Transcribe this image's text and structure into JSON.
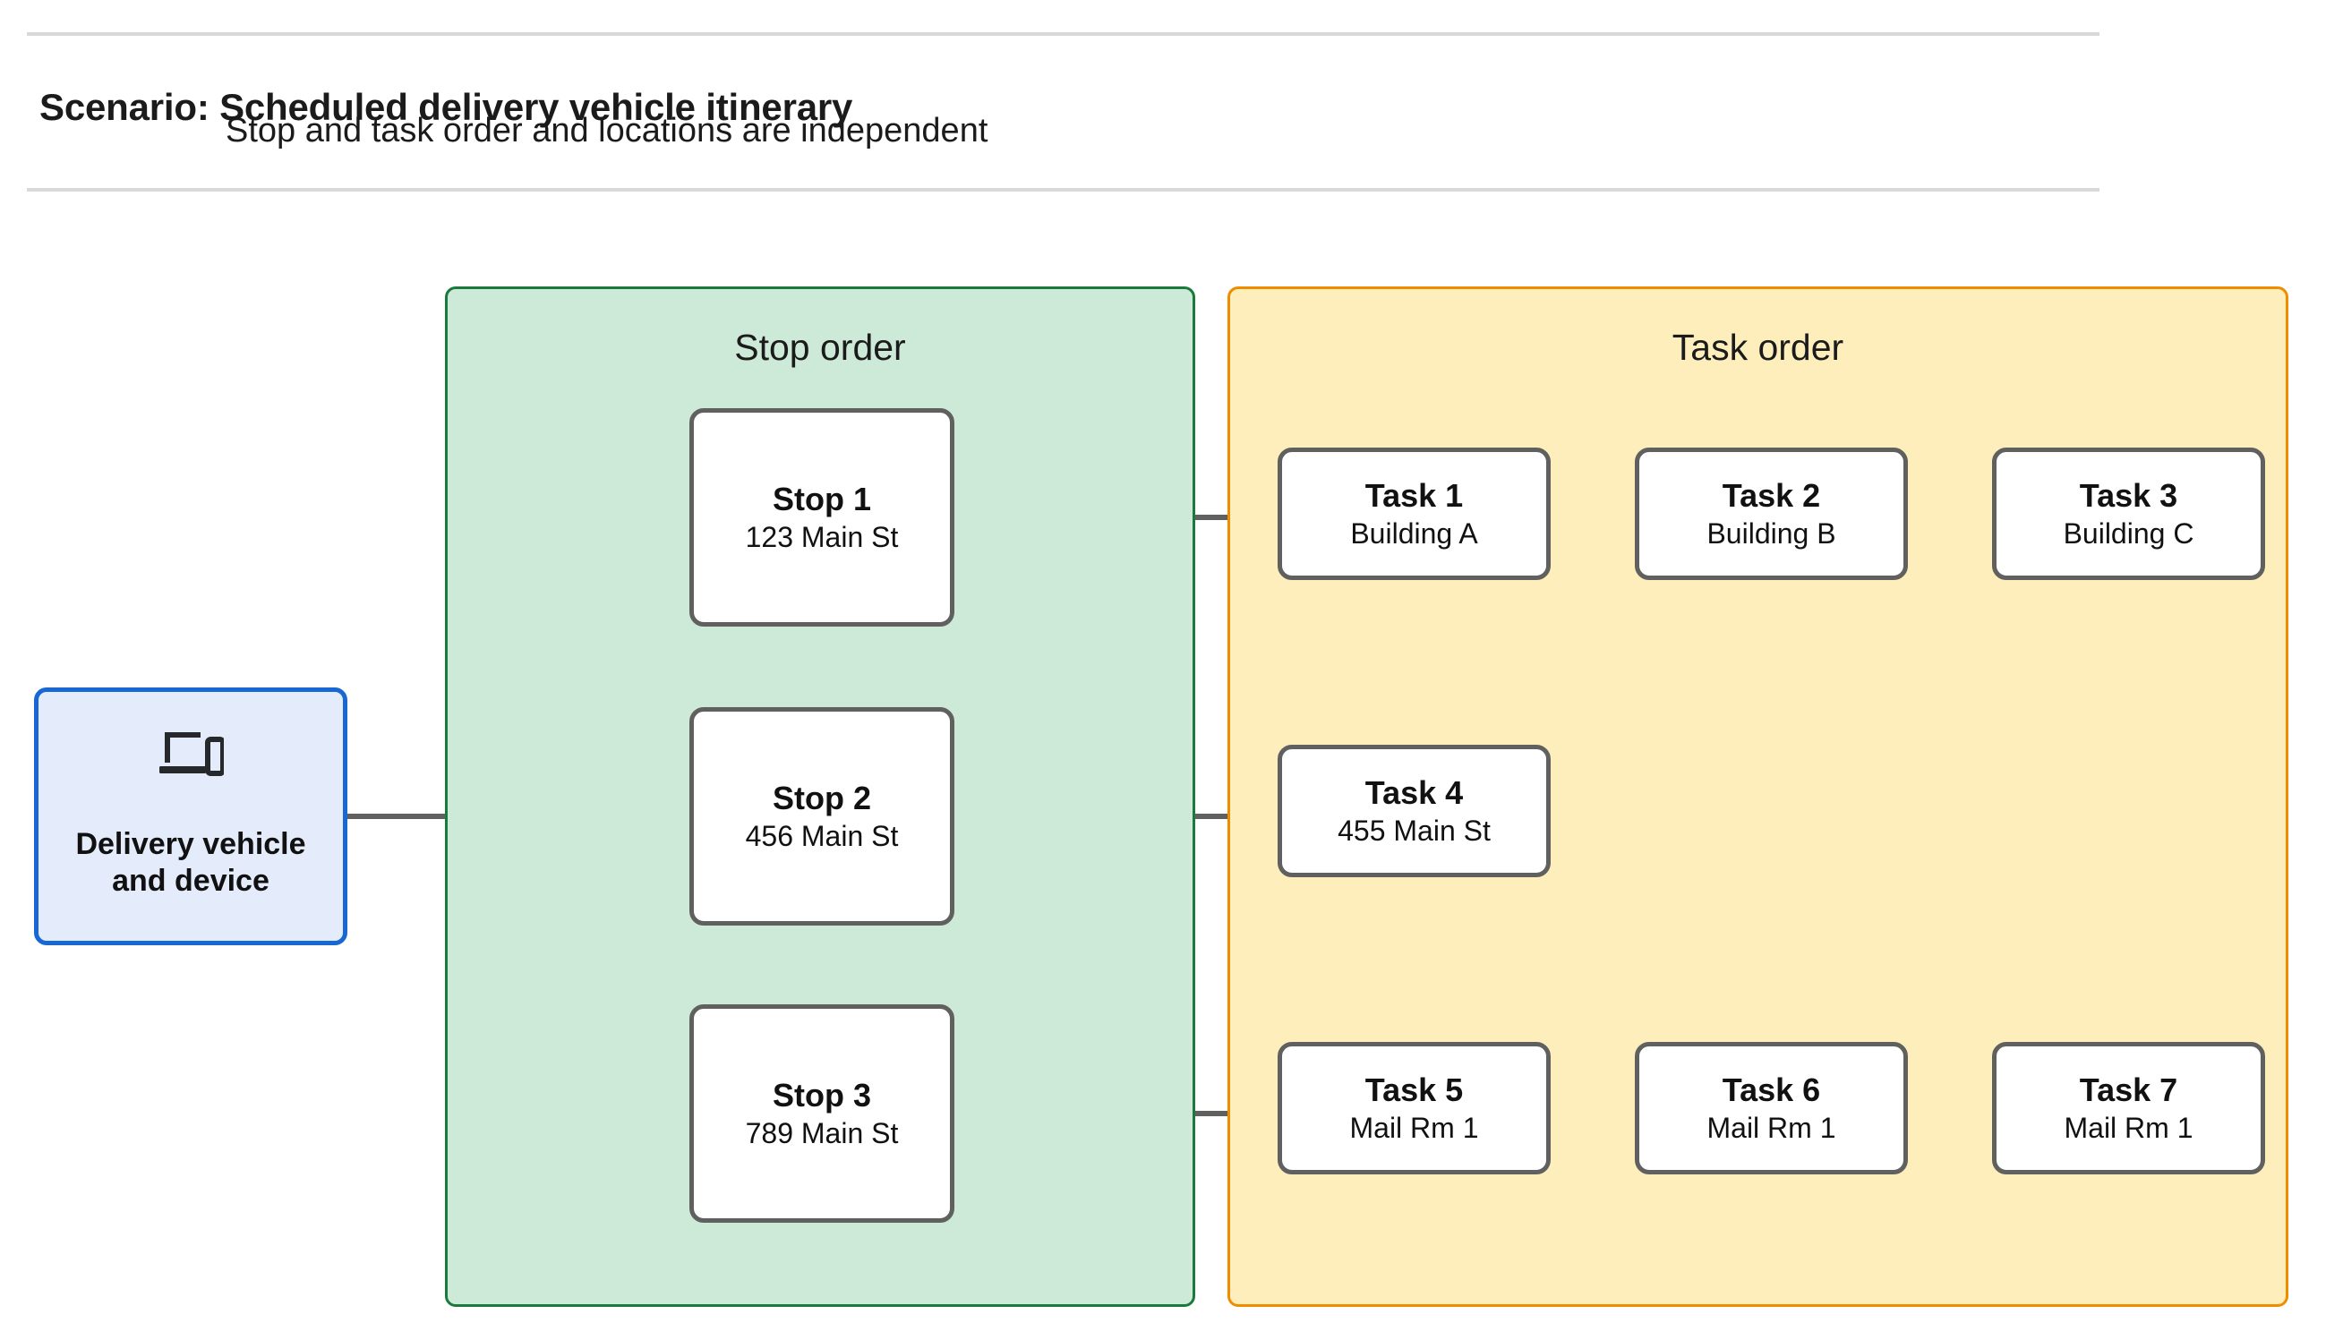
{
  "header": {
    "title": "Scenario: Scheduled delivery vehicle itinerary",
    "subtitle": "Stop and task order and locations are independent"
  },
  "vehicle": {
    "label": "Delivery vehicle\nand device",
    "icon": "devices-icon"
  },
  "stop_group": {
    "title": "Stop order",
    "fill": "#cde9d7",
    "border": "#1a7a3c",
    "stops": [
      {
        "title": "Stop 1",
        "address": "123 Main St"
      },
      {
        "title": "Stop 2",
        "address": "456 Main St"
      },
      {
        "title": "Stop 3",
        "address": "789 Main St"
      }
    ]
  },
  "task_group": {
    "title": "Task order",
    "fill": "#fdeebc",
    "border": "#f08c00",
    "rows": [
      {
        "tasks": [
          {
            "title": "Task 1",
            "location": "Building A"
          },
          {
            "title": "Task 2",
            "location": "Building B"
          },
          {
            "title": "Task 3",
            "location": "Building C"
          }
        ]
      },
      {
        "tasks": [
          {
            "title": "Task 4",
            "location": "455 Main St"
          }
        ]
      },
      {
        "tasks": [
          {
            "title": "Task 5",
            "location": "Mail Rm 1"
          },
          {
            "title": "Task 6",
            "location": "Mail Rm 1"
          },
          {
            "title": "Task 7",
            "location": "Mail Rm 1"
          }
        ]
      }
    ]
  },
  "colors": {
    "node_border": "#60605f",
    "node_fill": "#ffffff",
    "connector": "#60605f",
    "vehicle_fill": "#e4ebfb",
    "vehicle_border": "#1967d2",
    "rule": "#d9d9d9"
  }
}
